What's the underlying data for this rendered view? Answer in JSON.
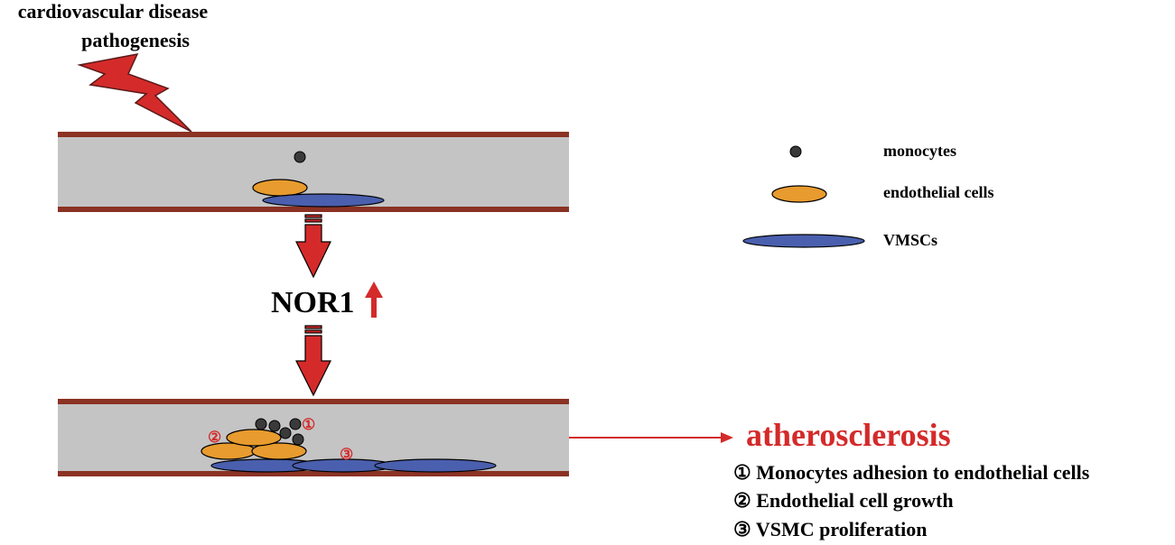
{
  "trigger": {
    "line1": "cardiovascular disease",
    "line2": "pathogenesis"
  },
  "mediator": {
    "label": "NOR1",
    "arrow_color": "#d42a2a"
  },
  "outcome": {
    "label": "atherosclerosis",
    "color": "#d42a2a"
  },
  "legend": [
    {
      "label": "monocytes"
    },
    {
      "label": "endothelial cells"
    },
    {
      "label": "VMSCs"
    }
  ],
  "markers": [
    "①",
    "②",
    "③"
  ],
  "mechanisms": [
    "① Monocytes adhesion to endothelial cells",
    "② Endothelial cell growth",
    "③ VSMC proliferation"
  ],
  "colors": {
    "vessel_wall": "#8b3224",
    "vessel_lumen": "#c4c4c4",
    "monocyte": "#3a3a3a",
    "endothelial": "#e89b2e",
    "vsmc": "#4a5fae",
    "arrow": "#d42a2a"
  }
}
